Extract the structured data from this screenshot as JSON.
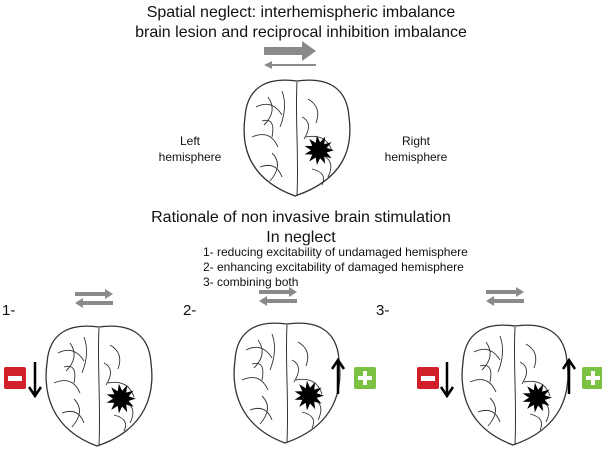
{
  "header": {
    "title_line1": "Spatial neglect: interhemispheric imbalance",
    "title_line2": "brain lesion and reciprocal inhibition imbalance"
  },
  "top_brain": {
    "left_label_line1": "Left",
    "left_label_line2": "hemisphere",
    "right_label_line1": "Right",
    "right_label_line2": "hemisphere"
  },
  "rationale": {
    "title_line1": "Rationale of non invasive brain stimulation",
    "title_line2": "In neglect",
    "items": [
      "1- reducing excitability of undamaged hemisphere",
      "2- enhancing excitability of damaged hemisphere",
      "3- combining both"
    ]
  },
  "panels": [
    {
      "number": "1-",
      "minus": true,
      "plus": false
    },
    {
      "number": "2-",
      "minus": false,
      "plus": true
    },
    {
      "number": "3-",
      "minus": true,
      "plus": true
    }
  ],
  "colors": {
    "arrow_gray": "#8a8a8a",
    "minus_red": "#d2202a",
    "plus_green": "#7cc242"
  }
}
